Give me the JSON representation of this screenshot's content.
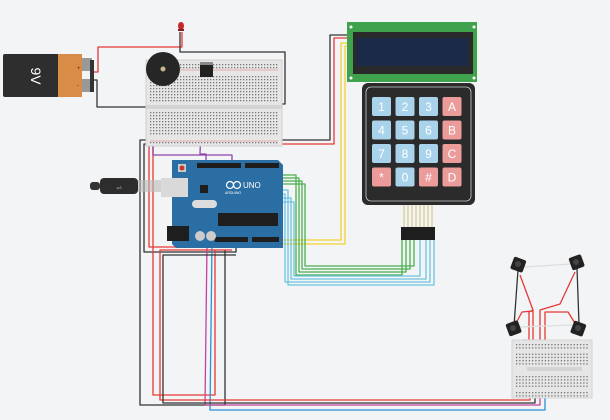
{
  "battery": {
    "label": "9V",
    "plus": "+",
    "minus": "-"
  },
  "arduino": {
    "model": "UNO",
    "brand": "ARDUINO"
  },
  "keypad": {
    "keys": [
      [
        "1",
        "2",
        "3",
        "A"
      ],
      [
        "4",
        "5",
        "6",
        "B"
      ],
      [
        "7",
        "8",
        "9",
        "C"
      ],
      [
        "*",
        "0",
        "#",
        "D"
      ]
    ]
  },
  "colors": {
    "background": "#f3f4f6",
    "arduino_board": "#2b6ea3",
    "lcd_board": "#3fa34d",
    "lcd_screen": "#1c2a4a",
    "keypad_body": "#2b2b2b",
    "key_number": "#a9d3ea",
    "key_letter": "#ec9b9b",
    "wire_red": "#e53935",
    "wire_black": "#333333",
    "wire_yellow": "#f2d22e",
    "wire_green": "#4caf50",
    "wire_cyan": "#6cc3e0",
    "wire_purple": "#8e44ad",
    "wire_blue": "#2a8fd6",
    "wire_magenta": "#c2449a"
  }
}
